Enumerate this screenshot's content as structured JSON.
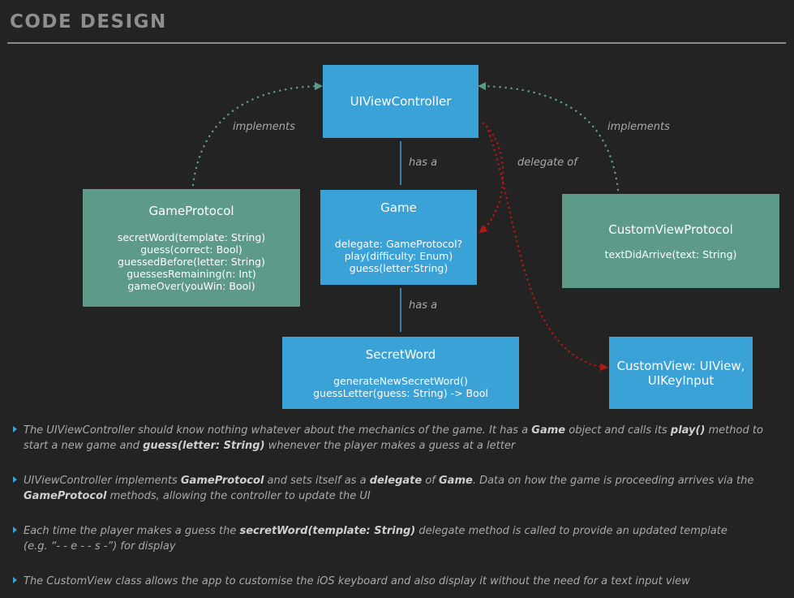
{
  "header": {
    "title": "CODE DESIGN"
  },
  "boxes": {
    "uiviewcontroller": {
      "name": "UIViewController"
    },
    "game": {
      "name": "Game",
      "methods": [
        "delegate: GameProtocol?",
        "play(difficulty: Enum)",
        "guess(letter:String)"
      ]
    },
    "gameprotocol": {
      "name": "GameProtocol",
      "methods": [
        "secretWord(template: String)",
        "guess(correct: Bool)",
        "guessedBefore(letter: String)",
        "guessesRemaining(n: Int)",
        "gameOver(youWin: Bool)"
      ]
    },
    "customviewprotocol": {
      "name": "CustomViewProtocol",
      "methods": [
        "textDidArrive(text: String)"
      ]
    },
    "secretword": {
      "name": "SecretWord",
      "methods": [
        "generateNewSecretWord()",
        "guessLetter(guess: String) -> Bool"
      ]
    },
    "customview": {
      "name_line1": "CustomView: UIView,",
      "name_line2": "UIKeyInput"
    }
  },
  "labels": {
    "implements_left": "implements",
    "implements_right": "implements",
    "has_a_1": "has a",
    "has_a_2": "has a",
    "delegate_of": "delegate of"
  },
  "notes": [
    [
      {
        "t": "The UIViewController should know nothing whatever about the mechanics of the game. It has a ",
        "b": false
      },
      {
        "t": "Game",
        "b": true
      },
      {
        "t": " object and calls its ",
        "b": false
      },
      {
        "t": "play()",
        "b": true
      },
      {
        "t": " method to start a new game and ",
        "b": false
      },
      {
        "t": "guess(letter: String)",
        "b": true
      },
      {
        "t": " whenever the player makes a guess at a letter",
        "b": false
      }
    ],
    [
      {
        "t": "UIViewController implements ",
        "b": false
      },
      {
        "t": "GameProtocol",
        "b": true
      },
      {
        "t": " and sets itself as a ",
        "b": false
      },
      {
        "t": "delegate",
        "b": true
      },
      {
        "t": " of ",
        "b": false
      },
      {
        "t": "Game",
        "b": true
      },
      {
        "t": ". Data on how the game is proceeding arrives via the ",
        "b": false
      },
      {
        "t": "GameProtocol",
        "b": true
      },
      {
        "t": " methods, allowing the controller to update the UI",
        "b": false
      }
    ],
    [
      {
        "t": "Each time the player makes a guess the ",
        "b": false
      },
      {
        "t": "secretWord(template: String)",
        "b": true
      },
      {
        "t": " delegate method is called to provide an updated template",
        "b": false
      },
      {
        "t": "\n",
        "b": false
      },
      {
        "t": "(e.g. “- - e - - s -”) for display",
        "b": false
      }
    ],
    [
      {
        "t": "The CustomView class allows the app to customise the iOS keyboard and also display it without the need for a text input view",
        "b": false
      }
    ]
  ],
  "colors": {
    "blue_box": "#3aa2d6",
    "green_box": "#5d9a89",
    "implements_arrow": "#5d9a89",
    "delegate_arrow": "#b01818"
  }
}
